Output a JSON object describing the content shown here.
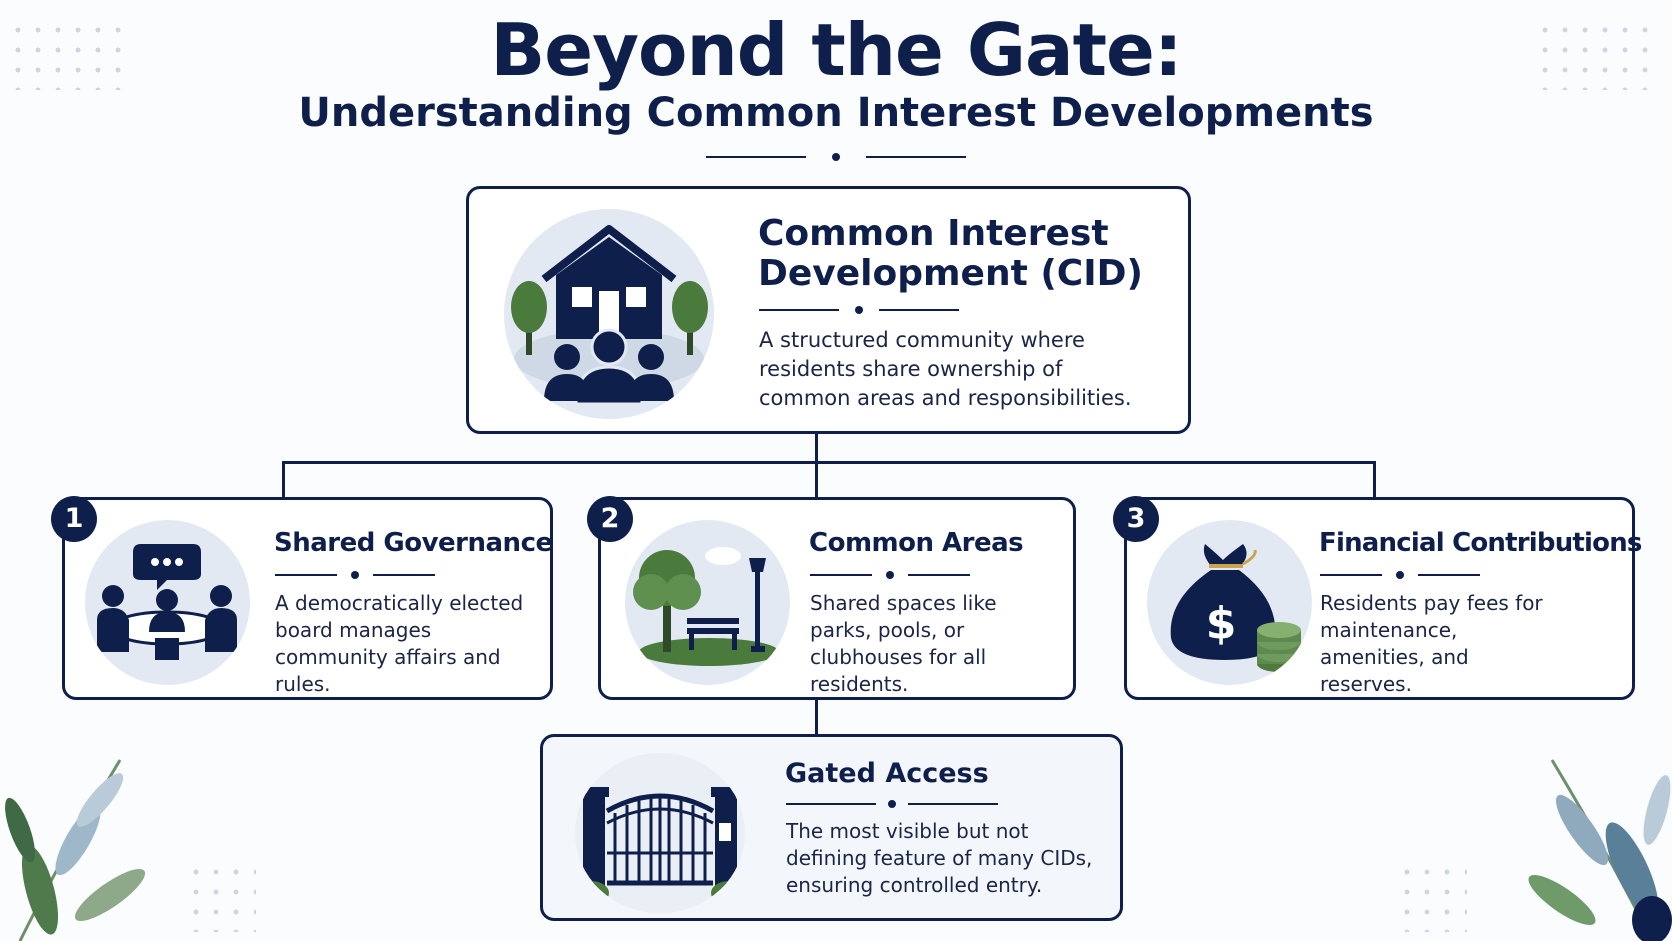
{
  "header": {
    "title": "Beyond the Gate:",
    "subtitle": "Understanding Common Interest Developments"
  },
  "root": {
    "title_line1": "Common Interest",
    "title_line2": "Development (CID)",
    "description": "A structured community where residents share ownership of common areas and responsibilities.",
    "icon": "house-community-icon"
  },
  "items": [
    {
      "number": "1",
      "title": "Shared Governance",
      "description": "A democratically elected board manages community affairs and rules.",
      "icon": "board-meeting-icon"
    },
    {
      "number": "2",
      "title": "Common Areas",
      "description": "Shared spaces like parks, pools, or clubhouses for all residents.",
      "icon": "park-bench-icon"
    },
    {
      "number": "3",
      "title": "Financial Contributions",
      "description": "Residents pay fees for maintenance, amenities, and reserves.",
      "icon": "money-bag-icon"
    }
  ],
  "gated": {
    "title": "Gated Access",
    "description": "The most visible but not defining feature of many CIDs, ensuring controlled entry.",
    "icon": "gate-icon"
  },
  "colors": {
    "navy": "#0f1f4b",
    "icon_bg": "#e3e9f2",
    "green": "#4a7a3c",
    "money_green": "#5e8a4e"
  }
}
